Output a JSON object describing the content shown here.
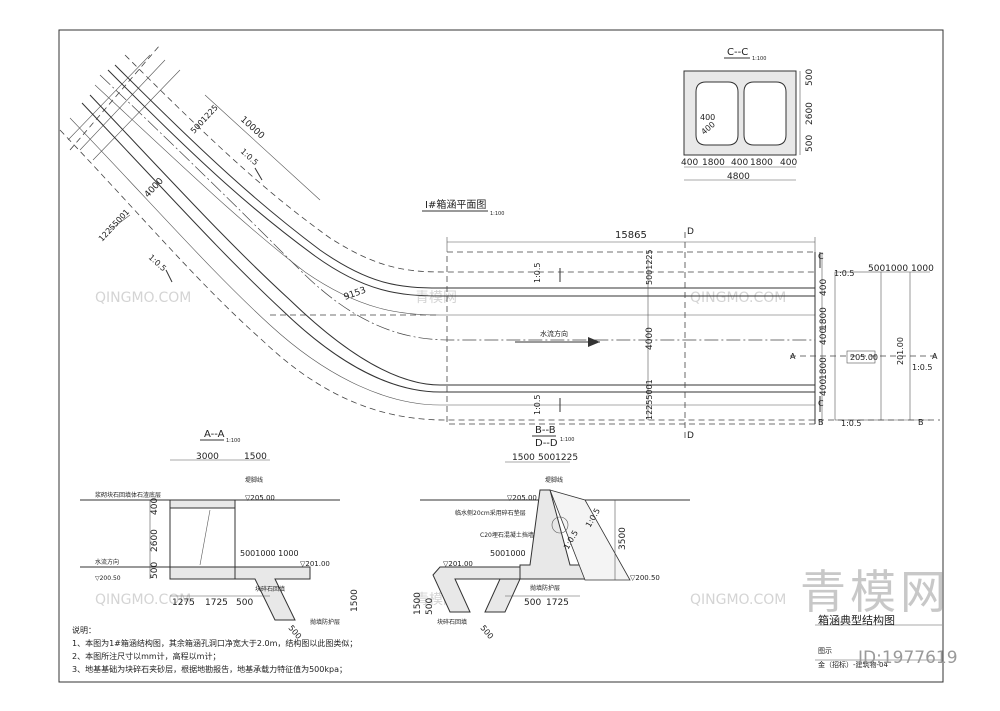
{
  "watermark": {
    "brand": "QINGMO.COM",
    "brand_cn": "青模网",
    "big": "青模网",
    "id": "ID:1977619"
  },
  "plan": {
    "title": "I#箱涵平面图",
    "scale": "1:100",
    "dims": {
      "total_length": "15865",
      "diag_long": "10000",
      "diag_mid": "5001225",
      "diag_4000": "4000",
      "diag_1225": "12255001",
      "curve": "9153",
      "right_stack": [
        "400",
        "1800",
        "400",
        "1800",
        "400"
      ],
      "right_4000": "4000",
      "left_top": "5001225",
      "left_bot": "12255001",
      "right_top": "5001000 1000",
      "elev1": "205.00",
      "elev2": "201.00"
    },
    "slopes": {
      "s1": "1:0.5",
      "s2": "1:0.5",
      "s3": "1:0.5",
      "s4": "1:0.5",
      "s5": "1:0.5",
      "s6": "1:0.5"
    },
    "flow_label": "水流方向",
    "section_marks": {
      "A": "A",
      "B": "B",
      "C": "C",
      "D": "D"
    }
  },
  "sec_cc": {
    "title": "C--C",
    "scale": "1:100",
    "dims_bottom": [
      "400",
      "1800",
      "400",
      "1800",
      "400"
    ],
    "total": "4800",
    "dims_right": [
      "500",
      "2600",
      "500"
    ],
    "inner": [
      "400",
      "400"
    ]
  },
  "sec_aa": {
    "title": "A--A",
    "scale": "1:100",
    "top_dims": [
      "3000",
      "1500"
    ],
    "left_dims": [
      "400",
      "2600",
      "500"
    ],
    "label_backfill": "浆砌块石回填体石渣底层",
    "label_water": "水流方向",
    "label_crest": "堤脚线",
    "elev_top": "▽205.00",
    "elev_mid": "▽201.00",
    "elev_low": "▽200.50",
    "mid_dims": "5001000 1000",
    "bot_dims": [
      "1275",
      "1725",
      "500"
    ],
    "right_dim": "1500",
    "label_cushion": "抛填防护层",
    "label_stone": "块碎石回填",
    "dim_500": "500"
  },
  "sec_bb": {
    "title_top": "B--B",
    "title_bot": "D--D",
    "scale": "1:100",
    "top_dims": [
      "1500",
      "5001225"
    ],
    "label_crest": "堤脚线",
    "elev_top": "▽205.00",
    "label_fill": "临水侧20cm采用碎石垫层",
    "label_c20": "C20埋石混凝土挡墙",
    "slope": "1:0.5",
    "slope2": "1:0.5",
    "height": "3500",
    "mid_dims": "5001000",
    "elev_mid": "▽201.00",
    "elev_low": "▽200.50",
    "label_cushion": "抛填防护层",
    "left_dims": [
      "1500",
      "500"
    ],
    "bot_dims": [
      "500",
      "1725"
    ],
    "label_stone": "块碎石回填",
    "dim_500": "500"
  },
  "notes": {
    "heading": "说明：",
    "items": [
      "1、本图为1#箱涵结构图，其余箱涵孔洞口净宽大于2.0m，结构图以此图类似；",
      "2、本图所注尺寸以mm计，高程以m计；",
      "3、地基基础为块碎石夹砂层，根据地勘报告，地基承载力特征值为500kpa；"
    ]
  },
  "title_block": {
    "drawing_title": "箱涵典型结构图",
    "label_no": "图示",
    "drawing_no": "金（招标）-建筑物-04"
  }
}
